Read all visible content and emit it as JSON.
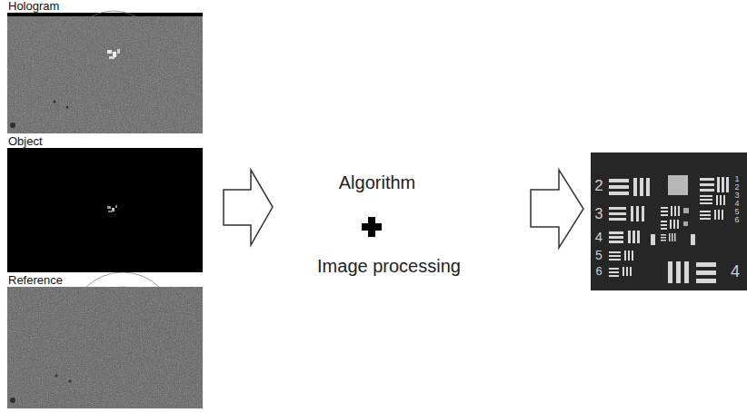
{
  "diagram": {
    "nodes": [
      {
        "text": [
          "Hologram"
        ]
      },
      {
        "text": [
          "Object"
        ]
      },
      {
        "text": [
          "Reference"
        ]
      }
    ],
    "labels": [
      "Algorithm",
      "Image processing",
      "2",
      "3",
      "4",
      "5",
      "6",
      "1",
      "2",
      "3",
      "4",
      "5",
      "6",
      "4"
    ]
  }
}
